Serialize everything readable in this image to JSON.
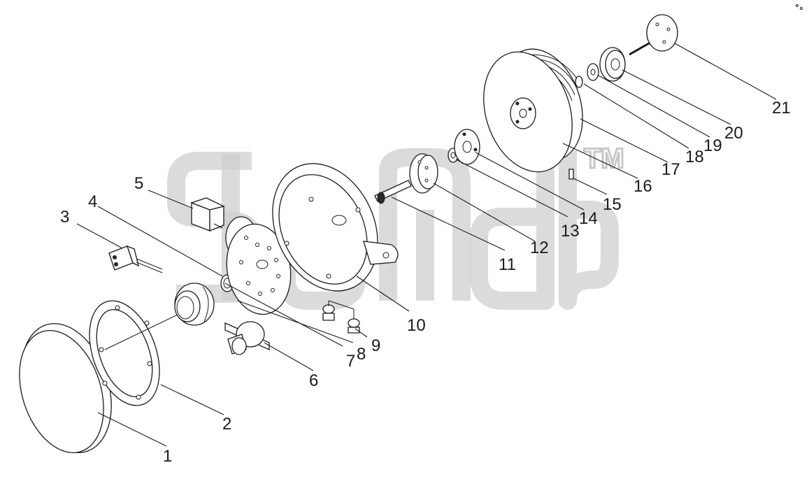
{
  "diagram": {
    "watermark_mark": "TM",
    "callouts": [
      {
        "id": "callout-1",
        "label": "1"
      },
      {
        "id": "callout-2",
        "label": "2"
      },
      {
        "id": "callout-3",
        "label": "3"
      },
      {
        "id": "callout-4",
        "label": "4"
      },
      {
        "id": "callout-5",
        "label": "5"
      },
      {
        "id": "callout-6",
        "label": "6"
      },
      {
        "id": "callout-7",
        "label": "7"
      },
      {
        "id": "callout-8",
        "label": "8"
      },
      {
        "id": "callout-9",
        "label": "9"
      },
      {
        "id": "callout-10",
        "label": "10"
      },
      {
        "id": "callout-11",
        "label": "11"
      },
      {
        "id": "callout-12",
        "label": "12"
      },
      {
        "id": "callout-13",
        "label": "13"
      },
      {
        "id": "callout-14",
        "label": "14"
      },
      {
        "id": "callout-15",
        "label": "15"
      },
      {
        "id": "callout-16",
        "label": "16"
      },
      {
        "id": "callout-17",
        "label": "17"
      },
      {
        "id": "callout-18",
        "label": "18"
      },
      {
        "id": "callout-19",
        "label": "19"
      },
      {
        "id": "callout-20",
        "label": "20"
      },
      {
        "id": "callout-21",
        "label": "21"
      }
    ]
  }
}
